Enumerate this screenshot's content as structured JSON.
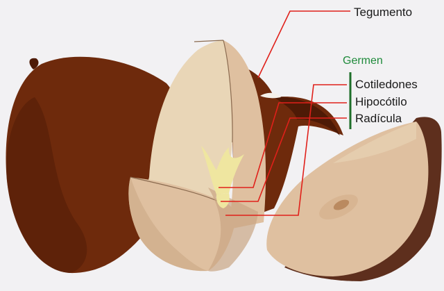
{
  "labels": {
    "tegumento": "Tegumento",
    "germen": "Germen",
    "cotiledones": "Cotiledones",
    "hipocotilo": "Hipocótilo",
    "radicula": "Radícula"
  },
  "colors": {
    "background": "#f2f1f3",
    "seed_coat": "#6e2a0c",
    "seed_coat_dark": "#4e1a06",
    "flesh_light": "#e9d6b7",
    "flesh": "#dfc0a0",
    "flesh_shadow": "#c9a583",
    "embryo": "#efe6a0",
    "leader_line": "#e0201a",
    "germen_label": "#1e8a3a",
    "germen_bracket": "#1e6e2a"
  }
}
